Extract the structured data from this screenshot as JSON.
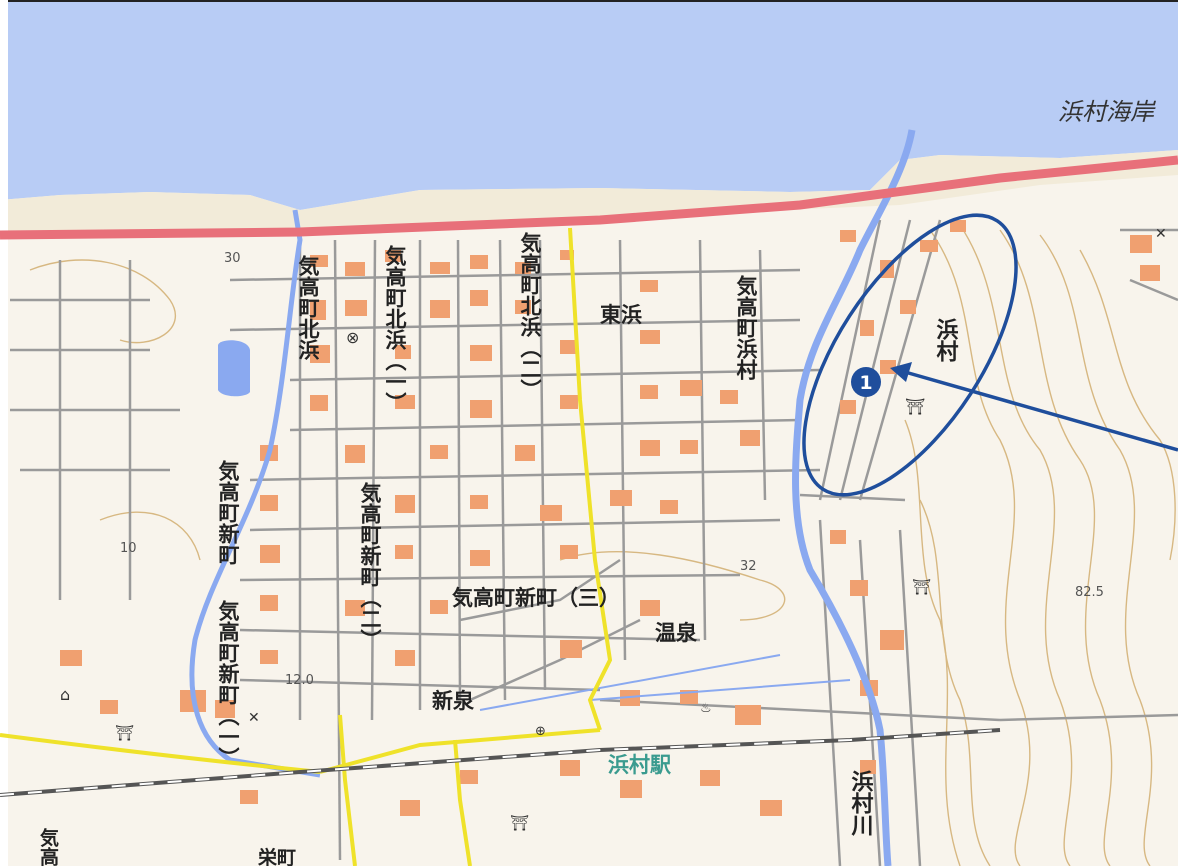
{
  "map": {
    "colors": {
      "sea": "#b8ccf5",
      "land": "#f8f4ec",
      "beach": "#f2ebd9",
      "contour": "#d7b882",
      "building": "#f0a070",
      "highway": "#e8707a",
      "yellow_road": "#efe22a",
      "river": "#8aa9f0",
      "road": "#9a9a9a",
      "railway": "#555555",
      "callout": "#1f4e9c"
    },
    "labels": {
      "coast": "浜村海岸",
      "kitakahama": "気高町北浜",
      "kitahama1": "気高町北浜（一）",
      "kitahama2": "気高町北浜（二）",
      "higashihama": "東浜",
      "kedaka_hamamura": "気高町浜村",
      "hamamura": "浜村",
      "shinmachi": "気高町新町",
      "shinmachi1": "気高町新町（一）",
      "shinmachi2": "気高町新町（二）",
      "shinmachi3": "気高町新町（三）",
      "onsen": "温泉",
      "shinsen": "新泉",
      "station": "浜村駅",
      "river": "浜村川",
      "sakaemachi": "栄町",
      "bottom_left": "気高",
      "elev_30": "30",
      "elev_10": "10",
      "elev_32": "32",
      "elev_120": "12.0",
      "elev_825": "82.5"
    },
    "markers": [
      {
        "number": "1"
      }
    ]
  }
}
